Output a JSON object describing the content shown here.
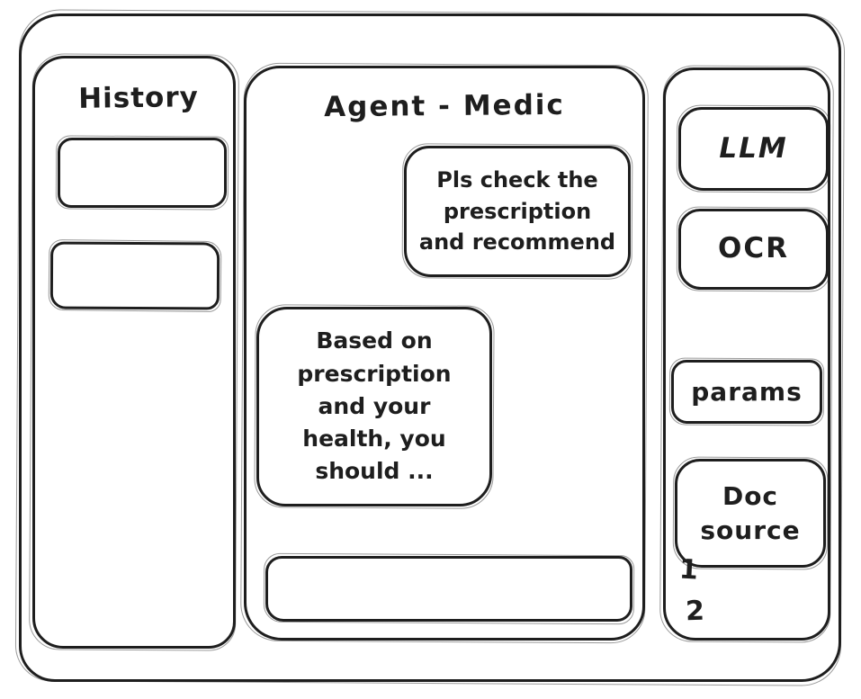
{
  "colors": {
    "ink": "#1e1e1e",
    "background": "#ffffff"
  },
  "history_panel": {
    "title": "History",
    "items": [
      {
        "label": ""
      },
      {
        "label": ""
      }
    ]
  },
  "chat_panel": {
    "title": "Agent - Medic",
    "messages": [
      {
        "role": "user",
        "text": "Pls check the\nprescription\nand recommend"
      },
      {
        "role": "assistant",
        "text": "Based on\nprescription\nand your\nhealth, you\nshould ..."
      }
    ],
    "input": {
      "value": "",
      "placeholder": ""
    }
  },
  "tools_panel": {
    "buttons": [
      {
        "id": "llm",
        "label": "LLM"
      },
      {
        "id": "ocr",
        "label": "OCR"
      },
      {
        "id": "params",
        "label": "params"
      },
      {
        "id": "doc-source",
        "label": "Doc\nsource"
      }
    ],
    "doc_items": [
      "1",
      "2"
    ]
  }
}
